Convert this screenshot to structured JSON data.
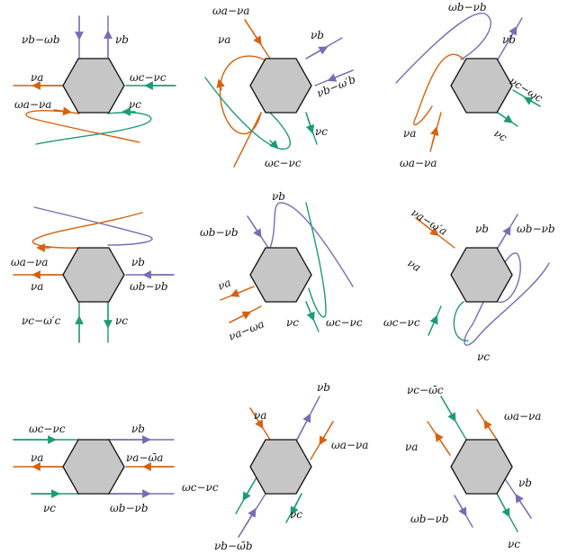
{
  "colors": {
    "orange": "#d4620f",
    "purple": "#7b6bb5",
    "green": "#1e9a76",
    "hexagon": "#c6c6c6",
    "outline": "#111111"
  },
  "panels": [
    {
      "id": "p1",
      "labels": [
        "νb−ωb",
        "νb",
        "νa",
        "ωc−νc",
        "ωa−νa",
        "νc"
      ]
    },
    {
      "id": "p2",
      "labels": [
        "ωa−νa",
        "νa",
        "νb",
        "νb−ω′b",
        "νc",
        "ωc−νc"
      ]
    },
    {
      "id": "p3",
      "labels": [
        "ωb−νb",
        "νb",
        "νc−ωc",
        "νa",
        "νc",
        "ωa−νa"
      ]
    },
    {
      "id": "p4",
      "labels": [
        "ωa−νa",
        "νb",
        "νa",
        "ωb−νb",
        "νc−ω′c",
        "νc"
      ]
    },
    {
      "id": "p5",
      "labels": [
        "νb",
        "ωb−νb",
        "νa",
        "νa−ωa",
        "νc",
        "ωc−νc"
      ]
    },
    {
      "id": "p6",
      "labels": [
        "νa−ω′a",
        "νb",
        "ωb−νb",
        "νa",
        "ωc−νc",
        "νc"
      ]
    },
    {
      "id": "p7",
      "labels": [
        "ωc−νc",
        "νb",
        "νa",
        "νa−ω̄a",
        "νc",
        "ωb−νb"
      ]
    },
    {
      "id": "p8",
      "labels": [
        "νb",
        "νa",
        "ωa−νa",
        "ωc−νc",
        "νc",
        "νb−ω̄b"
      ]
    },
    {
      "id": "p9",
      "labels": [
        "νc−ω̄c",
        "ωa−νa",
        "νa",
        "νb",
        "ωb−νb",
        "νc"
      ]
    }
  ]
}
